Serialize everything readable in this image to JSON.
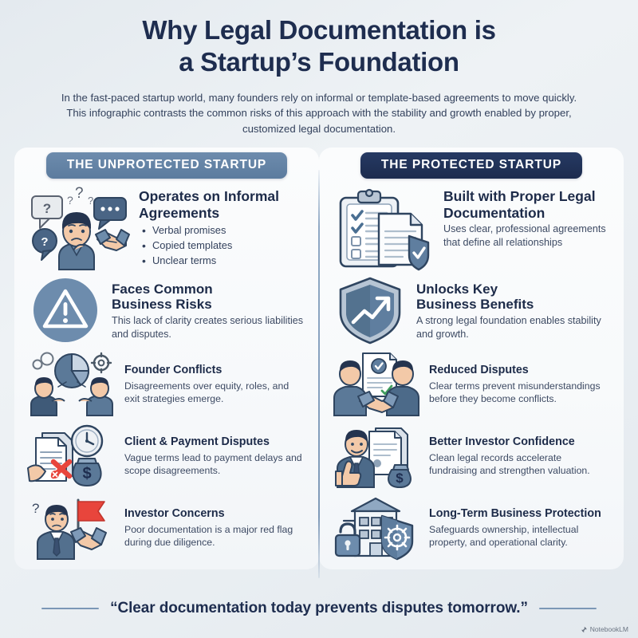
{
  "header": {
    "title_line1": "Why Legal Documentation is",
    "title_line2": "a Startup’s Foundation",
    "subtitle": "In the fast-paced startup world, many founders rely on informal or template-based agreements to move quickly. This infographic contrasts the common risks of this approach with the stability and growth enabled by proper, customized legal documentation."
  },
  "columns": {
    "left": {
      "banner": "THE UNPROTECTED STARTUP",
      "banner_color": "#5c7b9e",
      "primary": {
        "heading": "Operates on Informal Agreements",
        "icon": "confused-founder-speech-bubbles-handshake-icon",
        "bullets": [
          "Verbal promises",
          "Copied templates",
          "Unclear terms"
        ]
      },
      "secondary": {
        "heading_line1": "Faces Common",
        "heading_line2": "Business Risks",
        "icon": "warning-triangle-circle-icon",
        "description": "This lack of clarity creates serious liabilities and disputes."
      },
      "items": [
        {
          "heading": "Founder Conflicts",
          "icon": "two-founders-pie-chart-gears-icon",
          "description": "Disagreements over equity, roles, and exit strategies emerge."
        },
        {
          "heading": "Client & Payment Disputes",
          "icon": "documents-clock-money-bag-red-x-icon",
          "description": "Vague terms lead to payment delays and scope disagreements."
        },
        {
          "heading": "Investor Concerns",
          "icon": "worried-investor-red-flag-handshake-icon",
          "description": "Poor documentation is a major red flag during due diligence."
        }
      ]
    },
    "right": {
      "banner": "THE PROTECTED STARTUP",
      "banner_color": "#1c2b4e",
      "primary": {
        "heading_line1": "Built with Proper Legal",
        "heading_line2": "Documentation",
        "icon": "clipboard-checklist-document-shield-icon",
        "description": "Uses clear, professional agreements that define all relationships"
      },
      "secondary": {
        "heading_line1": "Unlocks Key",
        "heading_line2": "Business Benefits",
        "icon": "shield-growth-arrow-icon",
        "description": "A strong legal foundation enables stability and growth."
      },
      "items": [
        {
          "heading": "Reduced Disputes",
          "icon": "handshake-signed-contract-check-icon",
          "description": "Clear terms prevent misunderstandings before they become conflicts."
        },
        {
          "heading": "Better Investor Confidence",
          "icon": "thumbs-up-investor-documents-money-bag-icon",
          "description": "Clean legal records accelerate fundraising and strengthen valuation."
        },
        {
          "heading": "Long-Term Business Protection",
          "icon": "building-lock-shield-icon",
          "description": "Safeguards ownership, intellectual property, and operational clarity."
        }
      ]
    }
  },
  "footer": {
    "quote": "“Clear documentation today prevents disputes tomorrow.”",
    "watermark": "NotebookLM"
  }
}
